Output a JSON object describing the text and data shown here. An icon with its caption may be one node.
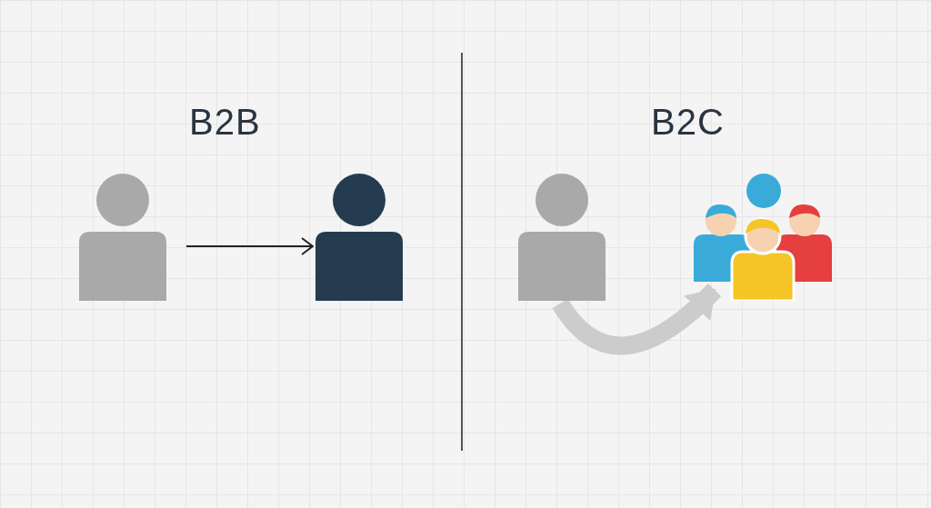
{
  "diagram": {
    "nodes": [
      {
        "text": [],
        "shape": "person"
      },
      {
        "text": [],
        "shape": "person"
      },
      {
        "text": [],
        "shape": "person"
      },
      {
        "text": [],
        "shape": "crowd"
      }
    ],
    "edges": [
      {
        "from": 0,
        "to": 1,
        "arrow": "to"
      },
      {
        "from": 2,
        "to": 3,
        "arrow": "to",
        "style": "thick",
        "color": "#cccccc"
      }
    ],
    "labels": [
      "B2B",
      "B2C"
    ]
  }
}
